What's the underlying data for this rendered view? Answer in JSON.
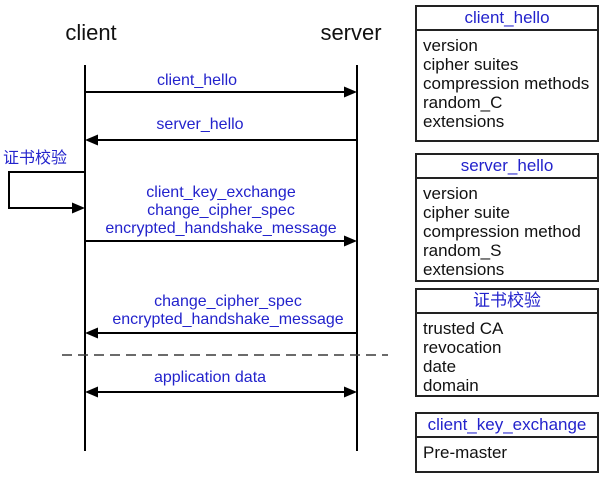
{
  "colors": {
    "accent": "#2323cc",
    "line": "#000000"
  },
  "diagram": {
    "actors": {
      "client": "client",
      "server": "server"
    },
    "loop_label": "证书校验",
    "messages": [
      {
        "lines": [
          "client_hello"
        ],
        "direction": "right"
      },
      {
        "lines": [
          "server_hello"
        ],
        "direction": "left"
      },
      {
        "lines": [
          "client_key_exchange",
          "change_cipher_spec",
          "encrypted_handshake_message"
        ],
        "direction": "right"
      },
      {
        "lines": [
          "change_cipher_spec",
          "encrypted_handshake_message"
        ],
        "direction": "left"
      },
      {
        "lines": [
          "application data"
        ],
        "direction": "both"
      }
    ]
  },
  "panels": [
    {
      "title": "client_hello",
      "items": [
        "version",
        "cipher suites",
        "compression methods",
        "random_C",
        "extensions"
      ]
    },
    {
      "title": "server_hello",
      "items": [
        "version",
        "cipher suite",
        "compression method",
        "random_S",
        "extensions"
      ]
    },
    {
      "title": "证书校验",
      "items": [
        "trusted CA",
        "revocation",
        "date",
        "domain"
      ]
    },
    {
      "title": "client_key_exchange",
      "items": [
        "Pre-master"
      ]
    }
  ]
}
